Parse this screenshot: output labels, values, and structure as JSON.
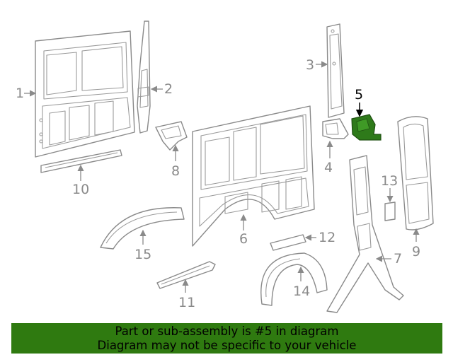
{
  "highlighted_part": "5",
  "callouts": [
    "1",
    "2",
    "3",
    "4",
    "5",
    "6",
    "7",
    "8",
    "9",
    "10",
    "11",
    "12",
    "13",
    "14",
    "15"
  ],
  "banner": {
    "line1": "Part or sub-assembly is #5 in diagram",
    "line2": "Diagram may not be specific to your vehicle",
    "background": "#2f7a10"
  },
  "colors": {
    "part_stroke": "#8a8a8a",
    "highlight_fill": "#2e7a1a"
  }
}
